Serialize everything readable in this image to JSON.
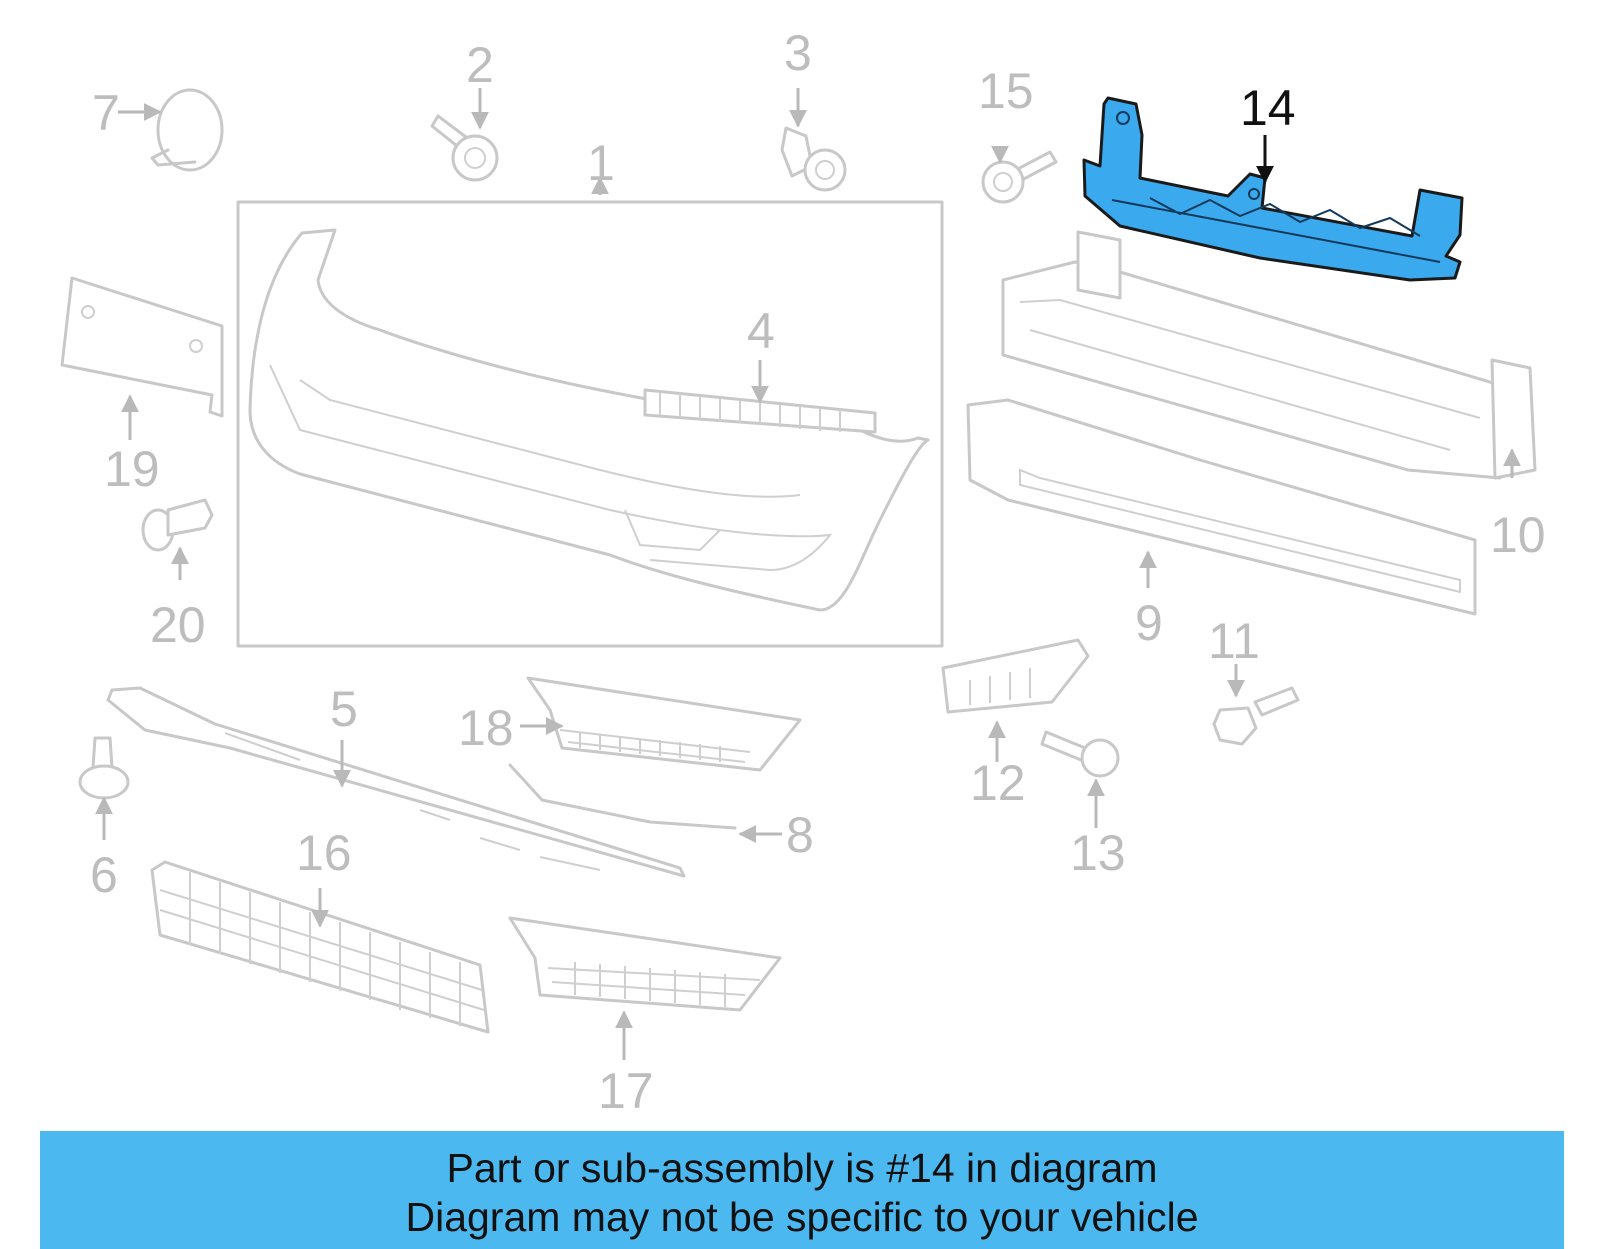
{
  "diagram": {
    "highlighted_callout": "14",
    "highlight_color": "#3aa9ee",
    "part_color": "#c8c8c8",
    "callouts": [
      {
        "id": "1",
        "label": "1"
      },
      {
        "id": "2",
        "label": "2"
      },
      {
        "id": "3",
        "label": "3"
      },
      {
        "id": "4",
        "label": "4"
      },
      {
        "id": "5",
        "label": "5"
      },
      {
        "id": "6",
        "label": "6"
      },
      {
        "id": "7",
        "label": "7"
      },
      {
        "id": "8",
        "label": "8"
      },
      {
        "id": "9",
        "label": "9"
      },
      {
        "id": "10",
        "label": "10"
      },
      {
        "id": "11",
        "label": "11"
      },
      {
        "id": "12",
        "label": "12"
      },
      {
        "id": "13",
        "label": "13"
      },
      {
        "id": "14",
        "label": "14"
      },
      {
        "id": "15",
        "label": "15"
      },
      {
        "id": "16",
        "label": "16"
      },
      {
        "id": "17",
        "label": "17"
      },
      {
        "id": "18",
        "label": "18"
      },
      {
        "id": "19",
        "label": "19"
      },
      {
        "id": "20",
        "label": "20"
      }
    ]
  },
  "banner": {
    "line1": "Part or sub-assembly is #14 in diagram",
    "line2": "Diagram may not be specific to your vehicle",
    "background": "#4cb8f0"
  }
}
